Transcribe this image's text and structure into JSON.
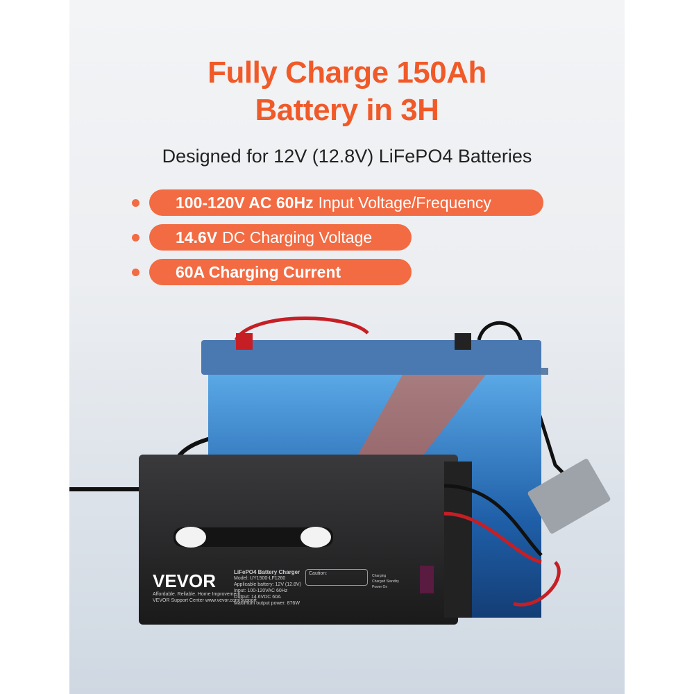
{
  "headline": {
    "line1": "Fully Charge 150Ah",
    "line2": "Battery in 3H"
  },
  "subtitle": "Designed for 12V (12.8V) LiFePO4 Batteries",
  "features": [
    {
      "bold": "100-120V AC 60Hz",
      "text": "Input Voltage/Frequency"
    },
    {
      "bold": "14.6V",
      "text": "DC Charging Voltage"
    },
    {
      "bold": "60A Charging Current",
      "text": ""
    }
  ],
  "charger_label": {
    "brand": "VEVOR",
    "tagline": "Affordable. Reliable. Home Improvement.",
    "support": "VEVOR Support Center www.vevor.com/support",
    "product": "LiFePO4 Battery Charger",
    "specs": [
      "Model: UY1500-LF1260",
      "Applicable battery: 12V (12.8V)",
      "Input: 100-120VAC 60Hz",
      "Output: 14.6VDC 60A",
      "Maximum output power: 876W"
    ],
    "caution_title": "Caution:",
    "indicators": [
      "Charging",
      "Charged Standby",
      "Power On"
    ]
  },
  "colors": {
    "accent": "#f05a28",
    "pill": "#f26b43"
  }
}
